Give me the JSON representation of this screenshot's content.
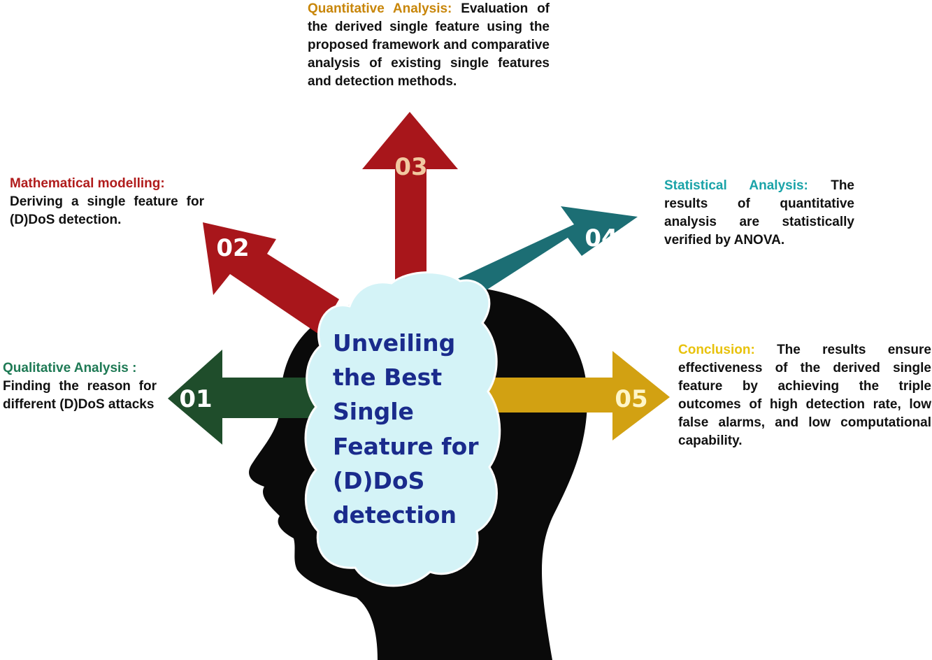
{
  "center": {
    "lines": [
      "Unveiling",
      "the Best",
      "Single",
      "Feature for",
      "(D)DoS",
      "detection"
    ]
  },
  "steps": [
    {
      "number": "01",
      "title": "Qualitative Analysis :",
      "text": "Finding the reason for different (D)DoS attacks",
      "color": "#1f4d2b"
    },
    {
      "number": "02",
      "title": "Mathematical modelling:",
      "text": "Deriving a single feature for (D)DoS detection.",
      "color": "#a8161b"
    },
    {
      "number": "03",
      "title": "Quantitative Analysis:",
      "text": "Evaluation of the derived single feature using the proposed framework and comparative analysis of existing single features and detection methods.",
      "color": "#a8161b",
      "title_color": "#c8860a"
    },
    {
      "number": "04",
      "title": "Statistical Analysis:",
      "text": "The results of quantitative analysis are statistically verified by ANOVA.",
      "color": "#1c6e74",
      "title_color": "#1aa3a8"
    },
    {
      "number": "05",
      "title": "Conclusion:",
      "text": "The results ensure effectiveness of the derived single feature by achieving the triple outcomes of high detection rate, low false alarms, and low computational capability.",
      "color": "#d2a112",
      "title_color": "#e8c20c"
    }
  ],
  "colors": {
    "head": "#0a0a0a",
    "cloud": "#d4f3f7",
    "center_text": "#1a2b8c",
    "number_03": "#f1c8a0",
    "number_05": "#fff6c8",
    "title_01": "#1f7a55",
    "title_02": "#b01c1c"
  },
  "icons": {
    "head": "head-silhouette",
    "cloud": "thought-cloud"
  }
}
